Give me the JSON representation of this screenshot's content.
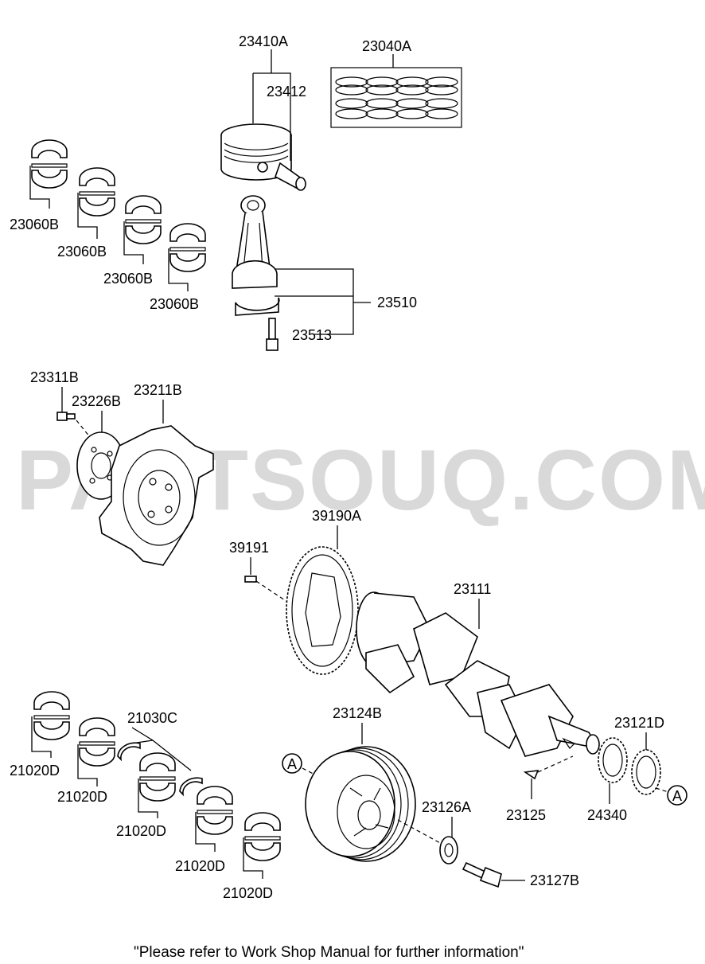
{
  "watermark": "PARTSOUQ.COM",
  "footnote": "\"Please refer to Work Shop Manual for further information\"",
  "parts": {
    "p23410A": "23410A",
    "p23412": "23412",
    "p23040A": "23040A",
    "p23060B_1": "23060B",
    "p23060B_2": "23060B",
    "p23060B_3": "23060B",
    "p23060B_4": "23060B",
    "p23510": "23510",
    "p23513": "23513",
    "p23311B": "23311B",
    "p23226B": "23226B",
    "p23211B": "23211B",
    "p39190A": "39190A",
    "p39191": "39191",
    "p23111": "23111",
    "p21030C": "21030C",
    "p21020D_1": "21020D",
    "p21020D_2": "21020D",
    "p21020D_3": "21020D",
    "p21020D_4": "21020D",
    "p21020D_5": "21020D",
    "p23124B": "23124B",
    "p23126A": "23126A",
    "p23127B": "23127B",
    "p23125": "23125",
    "p24340": "24340",
    "p23121D": "23121D"
  },
  "ref_markers": {
    "left": "A",
    "right": "A"
  }
}
